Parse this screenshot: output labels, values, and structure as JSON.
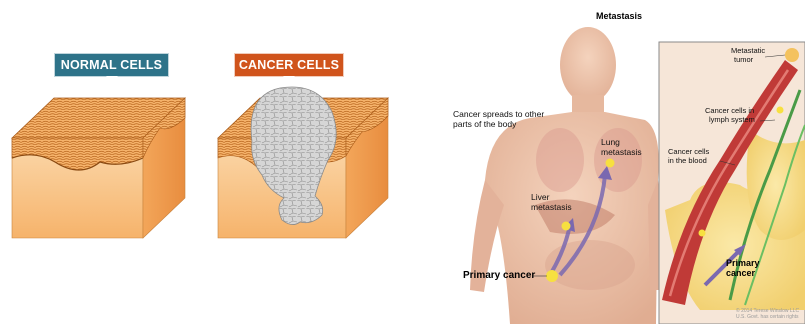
{
  "left_panel": {
    "normal_label": "NORMAL CELLS",
    "cancer_label": "CANCER CELLS",
    "normal_color": "#2e7389",
    "cancer_color": "#d0541c"
  },
  "right_panel": {
    "title": "Metastasis",
    "spread_text_1": "Cancer spreads to other",
    "spread_text_2": "parts of the body",
    "lung_1": "Lung",
    "lung_2": "metastasis",
    "liver_1": "Liver",
    "liver_2": "metastasis",
    "primary_body": "Primary cancer",
    "metastatic_1": "Metastatic",
    "metastatic_2": "tumor",
    "lymph_1": "Cancer cells in",
    "lymph_2": "lymph system",
    "blood_1": "Cancer cells",
    "blood_2": "in the blood",
    "primary_inset_1": "Primary",
    "primary_inset_2": "cancer",
    "copyright_1": "© 2014 Terese Winslow LLC",
    "copyright_2": "U.S. Govt. has certain rights"
  }
}
